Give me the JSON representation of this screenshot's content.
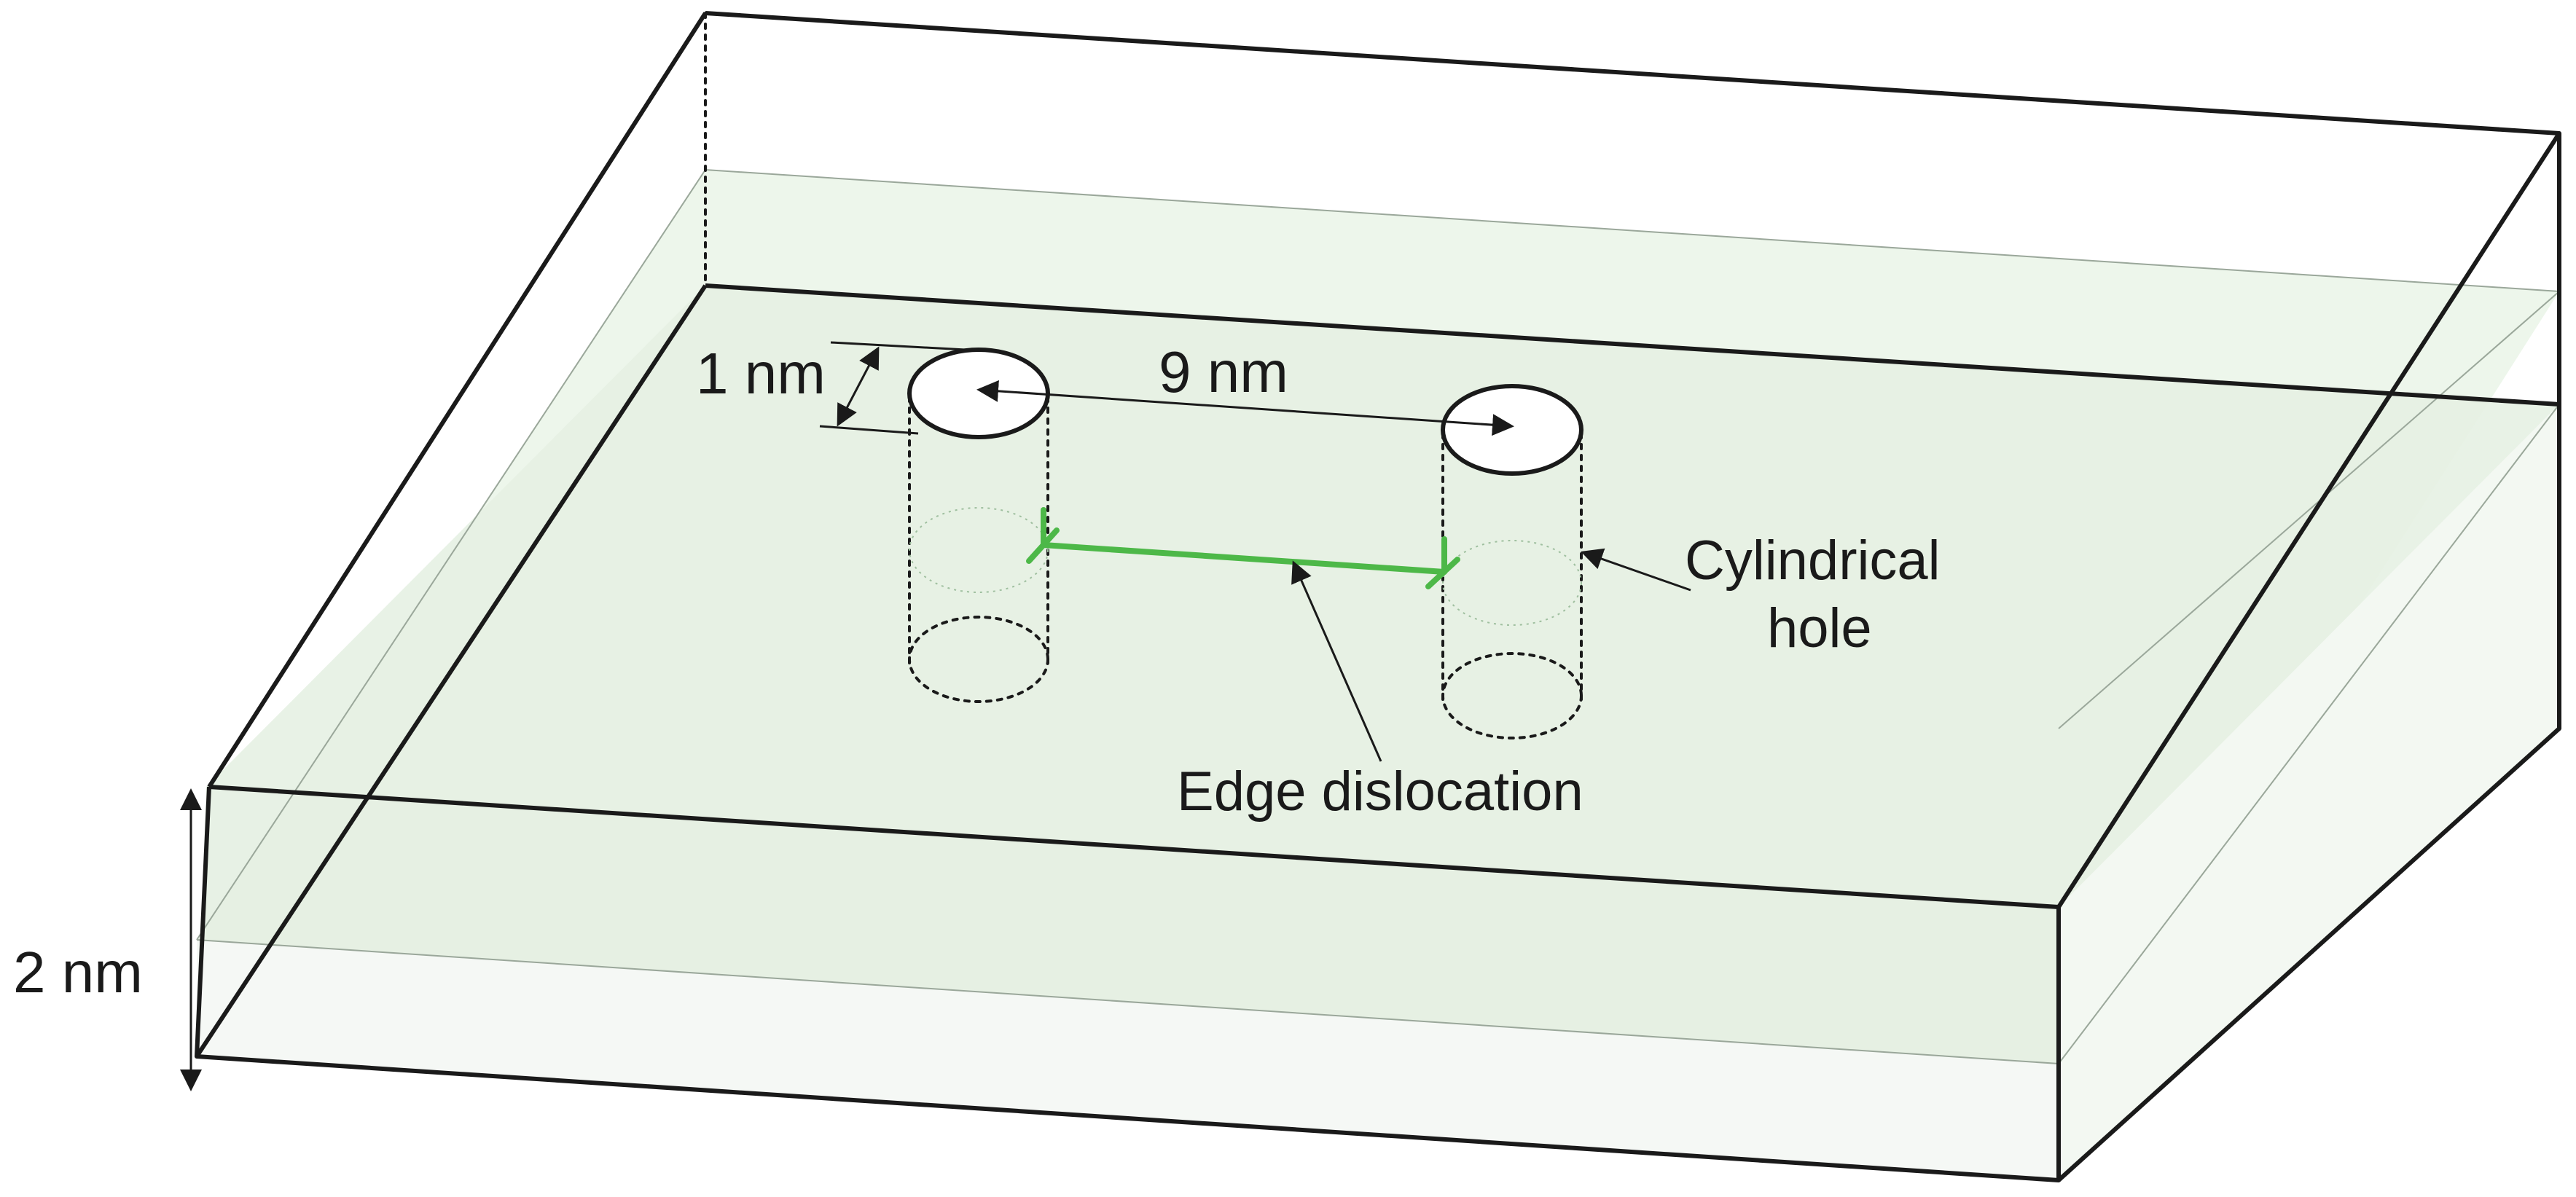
{
  "labels": {
    "hole_diameter": "1 nm",
    "hole_spacing": "9 nm",
    "film_thickness": "2 nm",
    "hole_line1": "Cylindrical",
    "hole_line2": "hole",
    "dislocation": "Edge dislocation"
  },
  "colors": {
    "film_top": "#eef6ec",
    "film_mid": "#e8f3e6",
    "film_front": "#e3f0e1",
    "film_side": "#f2f7f1",
    "dislocation": "#4db848",
    "outline": "#1a1a1a"
  }
}
